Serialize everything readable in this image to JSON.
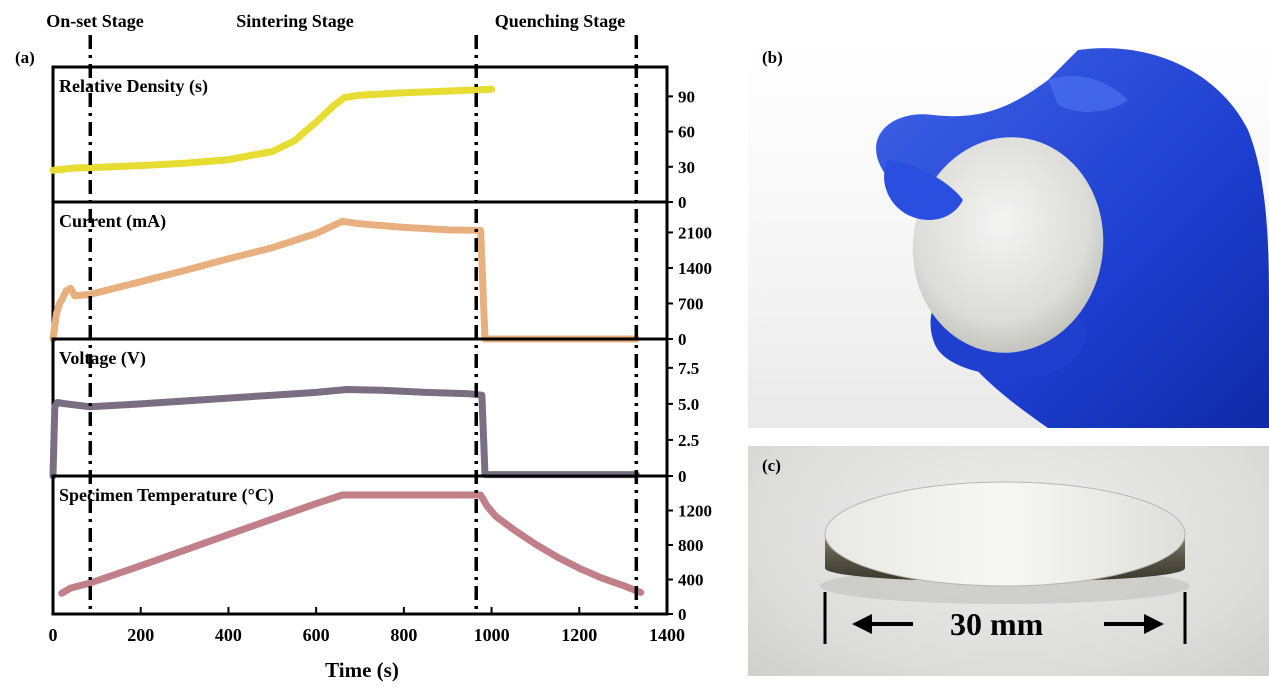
{
  "panel_labels": {
    "a": "(a)",
    "b": "(b)",
    "c": "(c)"
  },
  "stages": [
    "On-set Stage",
    "Sintering Stage",
    "Quenching Stage"
  ],
  "scale_label": "30 mm",
  "chart_data": {
    "type": "line",
    "xlabel": "Time (s)",
    "xlim": [
      0,
      1400
    ],
    "xticks": [
      0,
      200,
      400,
      600,
      800,
      1000,
      1200,
      1400
    ],
    "stage_boundaries": [
      85,
      965,
      1330
    ],
    "panels": [
      {
        "label": "Relative Density (s)",
        "color": "#e6dc32",
        "ylim": [
          0,
          115
        ],
        "yticks": [
          0,
          30,
          60,
          90
        ],
        "points": [
          [
            0,
            27
          ],
          [
            50,
            29
          ],
          [
            100,
            29.5
          ],
          [
            200,
            31
          ],
          [
            300,
            33
          ],
          [
            400,
            36
          ],
          [
            500,
            43
          ],
          [
            550,
            52
          ],
          [
            600,
            68
          ],
          [
            640,
            82
          ],
          [
            665,
            89
          ],
          [
            700,
            91
          ],
          [
            800,
            93
          ],
          [
            900,
            94.5
          ],
          [
            1000,
            96
          ]
        ]
      },
      {
        "label": "Current (mA)",
        "color": "#e9b07f",
        "ylim": [
          0,
          2700
        ],
        "yticks": [
          0,
          700,
          1400,
          2100
        ],
        "points": [
          [
            0,
            0
          ],
          [
            8,
            500
          ],
          [
            15,
            700
          ],
          [
            22,
            800
          ],
          [
            30,
            950
          ],
          [
            40,
            1000
          ],
          [
            50,
            850
          ],
          [
            85,
            880
          ],
          [
            200,
            1130
          ],
          [
            300,
            1350
          ],
          [
            400,
            1580
          ],
          [
            500,
            1800
          ],
          [
            600,
            2080
          ],
          [
            660,
            2320
          ],
          [
            700,
            2270
          ],
          [
            800,
            2200
          ],
          [
            900,
            2150
          ],
          [
            975,
            2140
          ],
          [
            985,
            0
          ],
          [
            1330,
            0
          ]
        ]
      },
      {
        "label": "Voltage (V)",
        "color": "#7a6f82",
        "ylim": [
          0,
          9.5
        ],
        "yticks": [
          0,
          2.5,
          5.0,
          7.5
        ],
        "ytick_labels": [
          "0",
          "2.5",
          "5.0",
          "7.5"
        ],
        "points": [
          [
            0,
            0
          ],
          [
            4,
            4.8
          ],
          [
            10,
            5.1
          ],
          [
            30,
            5.0
          ],
          [
            85,
            4.8
          ],
          [
            200,
            5.0
          ],
          [
            300,
            5.2
          ],
          [
            400,
            5.4
          ],
          [
            500,
            5.6
          ],
          [
            600,
            5.8
          ],
          [
            670,
            6.0
          ],
          [
            750,
            5.95
          ],
          [
            850,
            5.8
          ],
          [
            950,
            5.7
          ],
          [
            978,
            5.6
          ],
          [
            985,
            0.1
          ],
          [
            1330,
            0.1
          ]
        ]
      },
      {
        "label": "Specimen Temperature (°C)",
        "color": "#c17f8a",
        "ylim": [
          0,
          1600
        ],
        "yticks": [
          0,
          400,
          800,
          1200
        ],
        "points": [
          [
            20,
            240
          ],
          [
            40,
            300
          ],
          [
            85,
            360
          ],
          [
            200,
            560
          ],
          [
            300,
            740
          ],
          [
            400,
            920
          ],
          [
            500,
            1100
          ],
          [
            600,
            1280
          ],
          [
            660,
            1380
          ],
          [
            700,
            1380
          ],
          [
            800,
            1380
          ],
          [
            900,
            1380
          ],
          [
            975,
            1380
          ],
          [
            990,
            1250
          ],
          [
            1010,
            1130
          ],
          [
            1050,
            980
          ],
          [
            1100,
            810
          ],
          [
            1150,
            660
          ],
          [
            1200,
            530
          ],
          [
            1250,
            420
          ],
          [
            1300,
            330
          ],
          [
            1340,
            250
          ]
        ]
      }
    ]
  }
}
